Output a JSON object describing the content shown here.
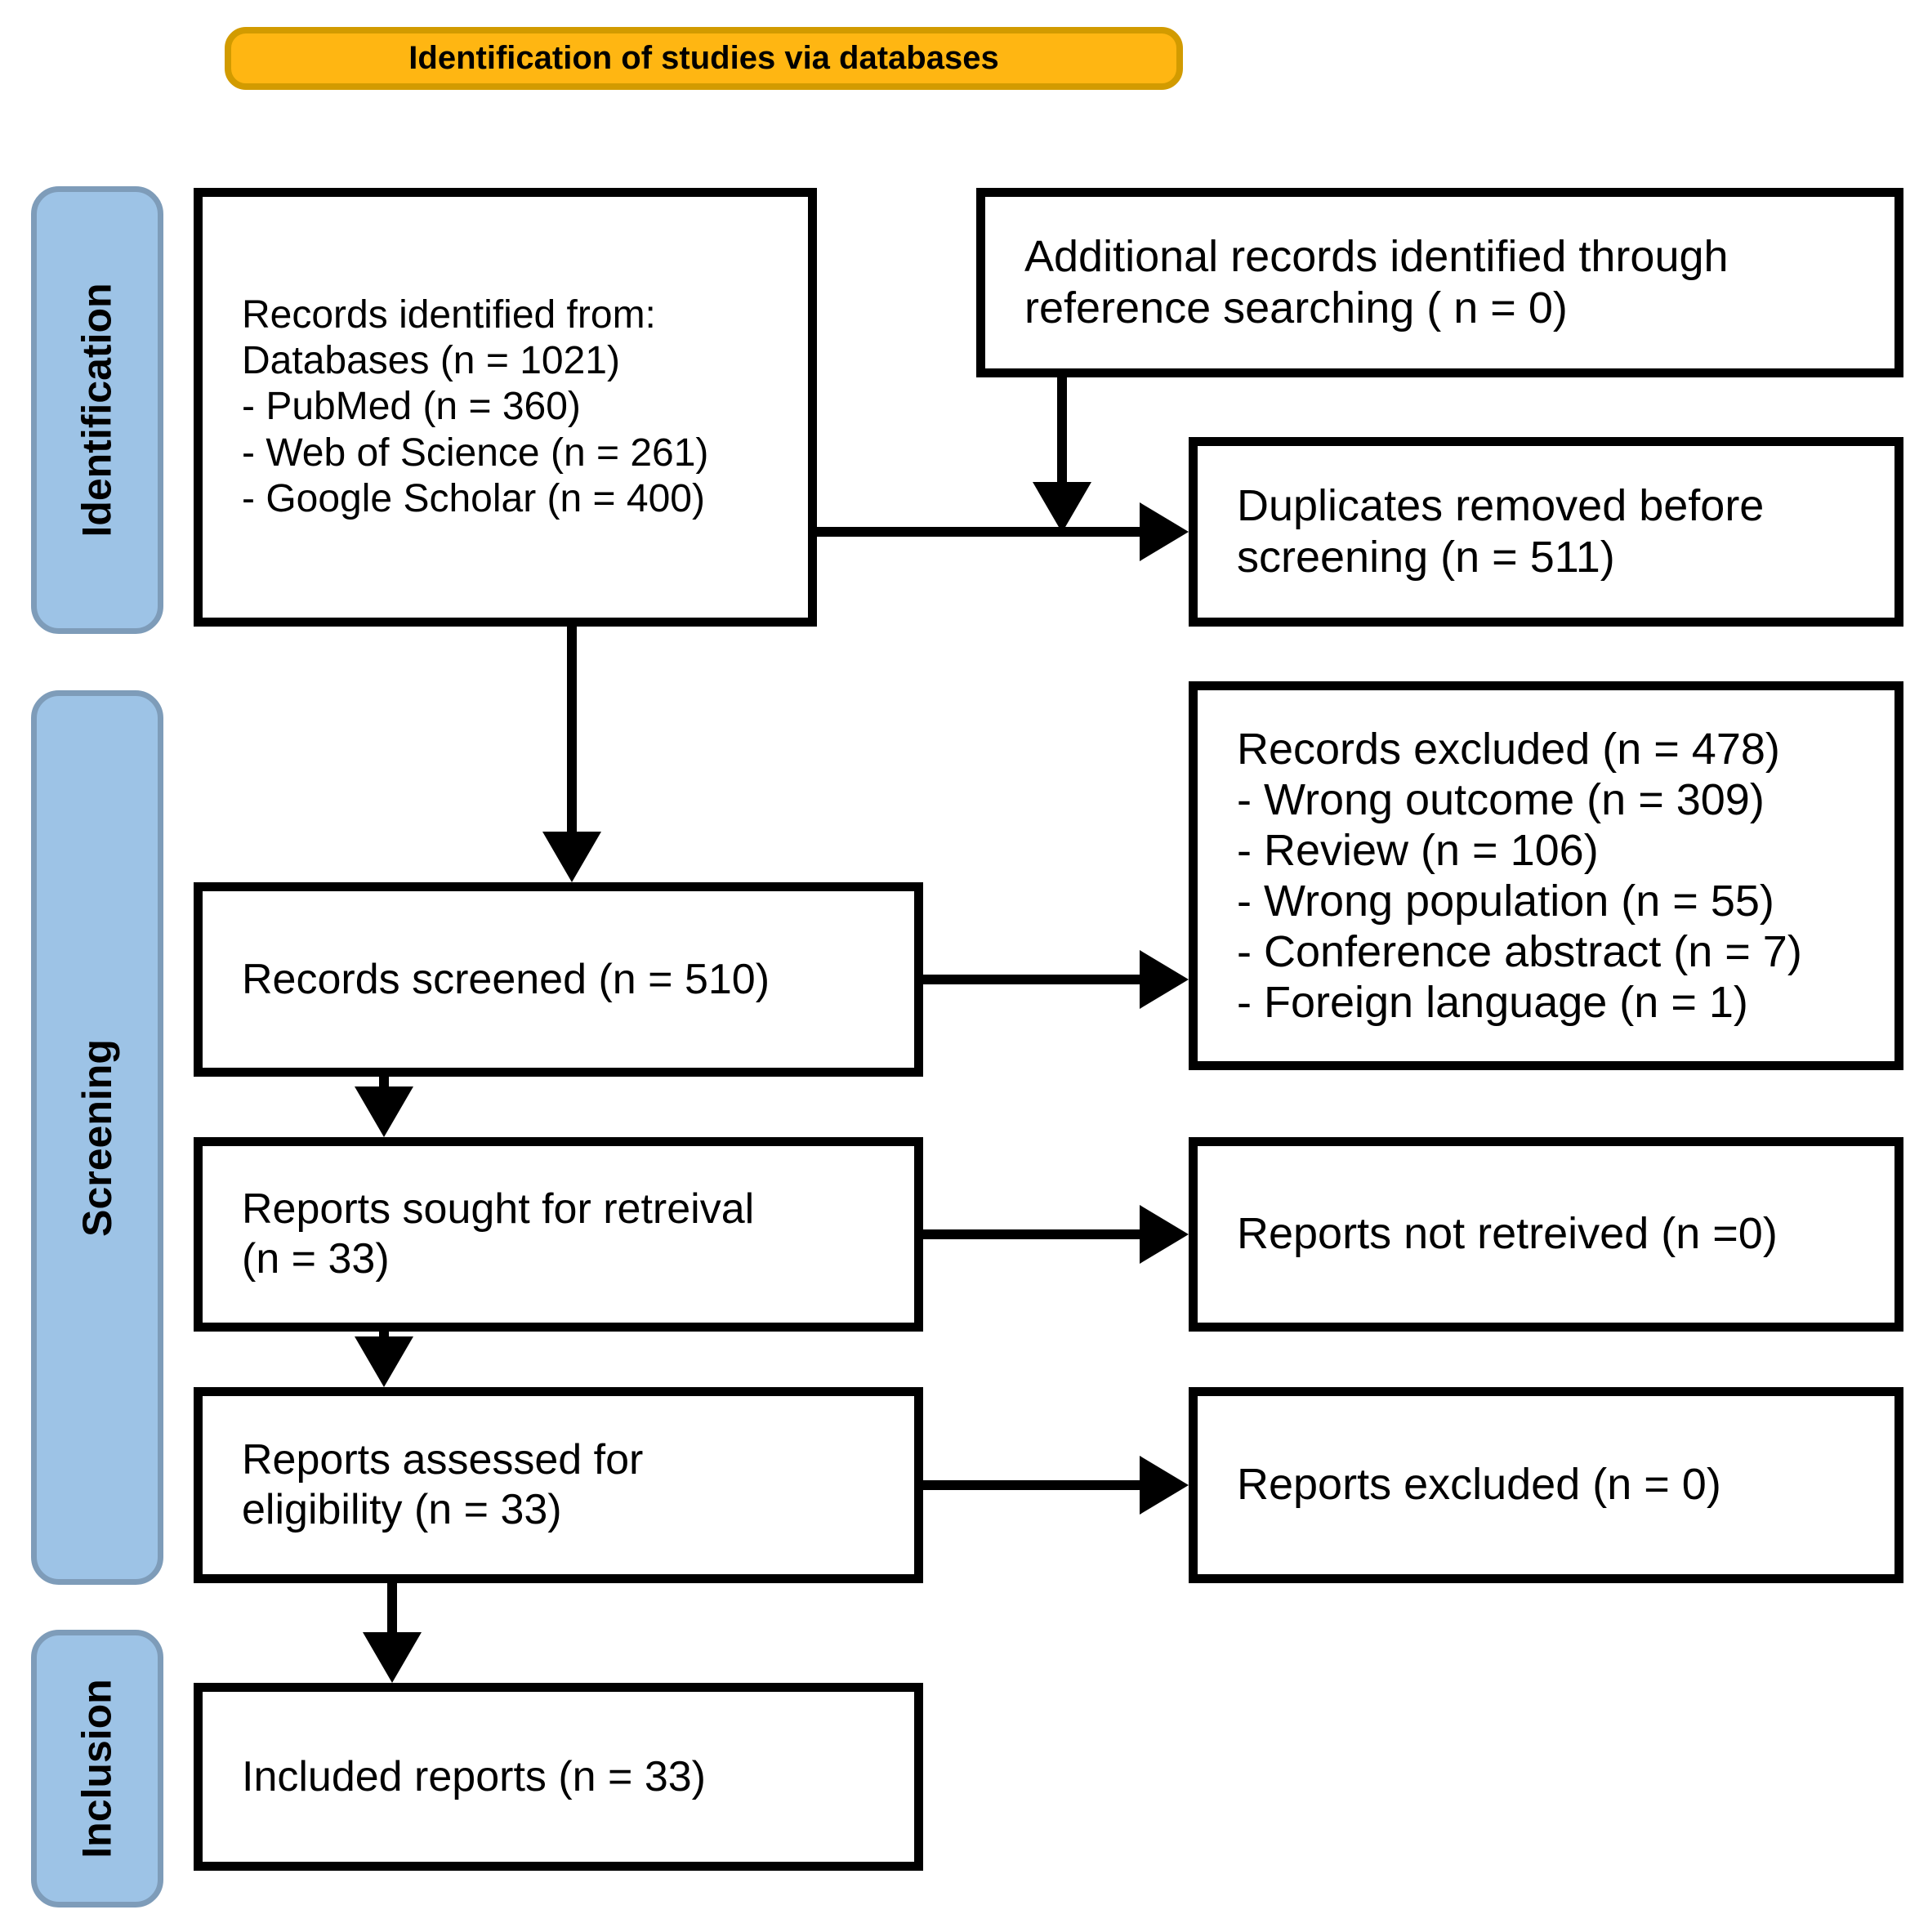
{
  "title": "Identification of studies via databases",
  "stages": [
    {
      "label": "Identification"
    },
    {
      "label": "Screening"
    },
    {
      "label": "Inclusion"
    }
  ],
  "boxes": {
    "records_identified": "Records identified from:\nDatabases (n = 1021)\n- PubMed (n = 360)\n- Web of Science (n = 261)\n- Google Scholar (n = 400)",
    "additional_records": "Additional records identified through\nreference searching ( n = 0)",
    "duplicates_removed": "Duplicates removed before\nscreening  (n = 511)",
    "records_screened": "Records screened (n = 510)",
    "records_excluded": "Records excluded (n = 478)\n- Wrong outcome (n = 309)\n- Review (n = 106)\n- Wrong population (n = 55)\n- Conference abstract (n = 7)\n- Foreign language (n = 1)",
    "reports_sought": "Reports sought for retreival\n(n = 33)",
    "reports_not_retrieved": "Reports not retreived (n =0)",
    "reports_assessed": "Reports assessed for\neligibility (n = 33)",
    "reports_excluded": "Reports excluded (n = 0)",
    "included_reports": "Included reports (n = 33)"
  },
  "colors": {
    "banner_fill": "#FFB612",
    "banner_border": "#D29B00",
    "stage_fill": "#9DC3E6",
    "stage_border": "#7E9CB9",
    "box_border": "#000000",
    "arrow": "#000000"
  }
}
